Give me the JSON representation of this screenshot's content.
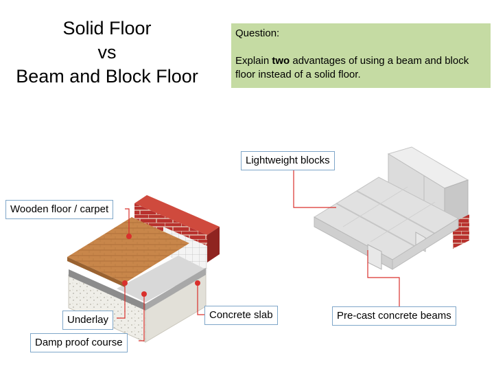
{
  "title": {
    "line1": "Solid Floor",
    "line2": "vs",
    "line3": "Beam and Block Floor"
  },
  "question": {
    "heading": "Question:",
    "text_before": "Explain ",
    "text_bold": "two",
    "text_after": " advantages of using a beam and block floor instead of a solid floor."
  },
  "labels": {
    "wooden_floor": "Wooden floor / carpet",
    "underlay": "Underlay",
    "damp_proof_course": "Damp proof course",
    "concrete_slab": "Concrete slab",
    "lightweight_blocks": "Lightweight blocks",
    "precast_beams": "Pre-cast concrete beams"
  },
  "colors": {
    "question_bg": "#c5dba3",
    "label_border": "#7ea6c9",
    "leader_line": "#d9302c",
    "brick": "#b8312d",
    "wood": "#c8864a",
    "block": "#d9d9d9"
  }
}
